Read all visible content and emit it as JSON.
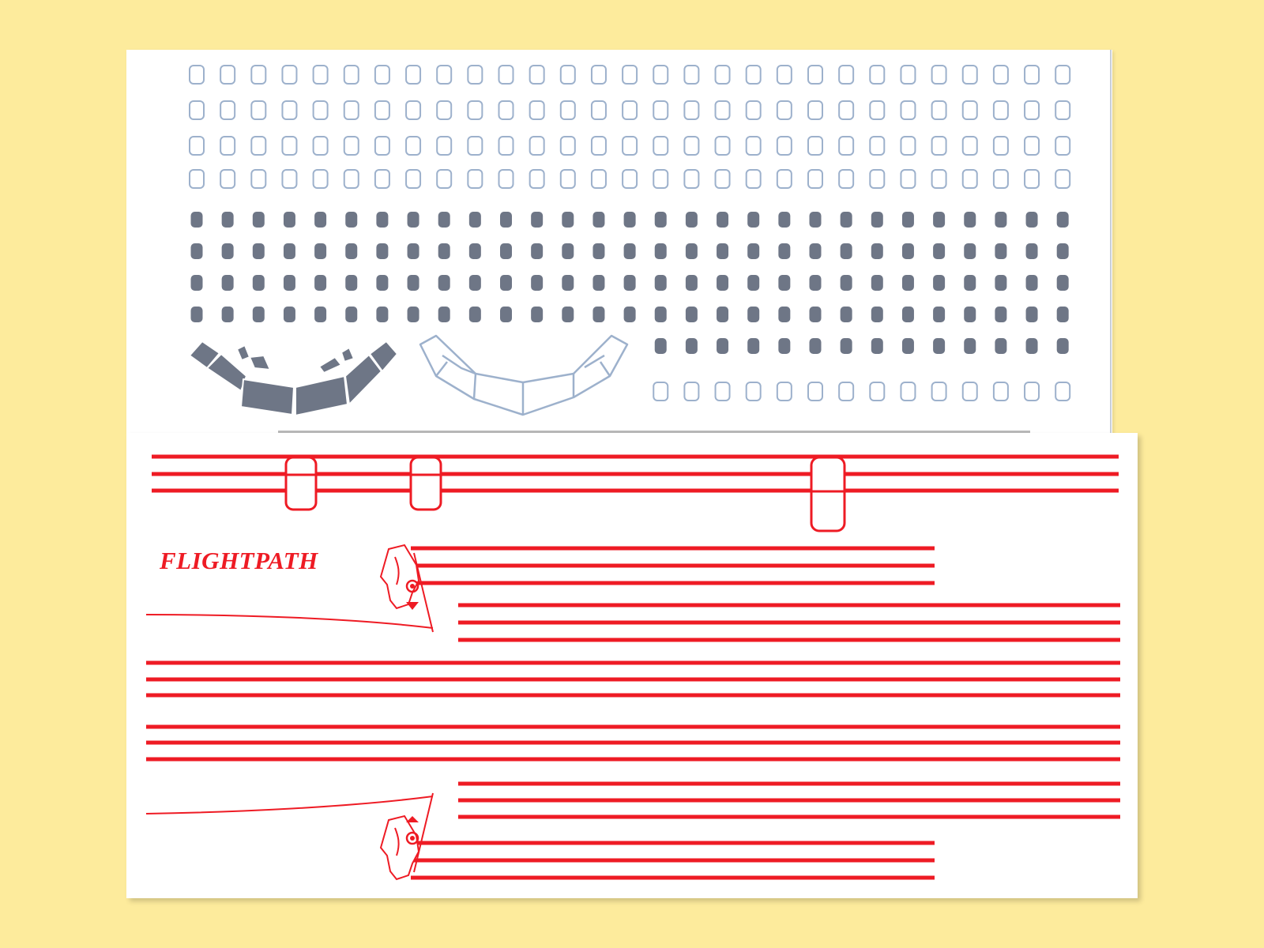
{
  "brand": {
    "name": "FLIGHTPATH"
  },
  "colors": {
    "background": "#fdeb9c",
    "sheet": "#ffffff",
    "window_outline": "#9db1cc",
    "window_solid": "#6e7686",
    "stripe_red": "#ee1b24"
  },
  "icons": {
    "logo": "indian-head-logo-icon"
  },
  "decal_sheet": {
    "window_rows": {
      "outline_rows": 4,
      "solid_rows": 4,
      "columns": 29
    }
  }
}
